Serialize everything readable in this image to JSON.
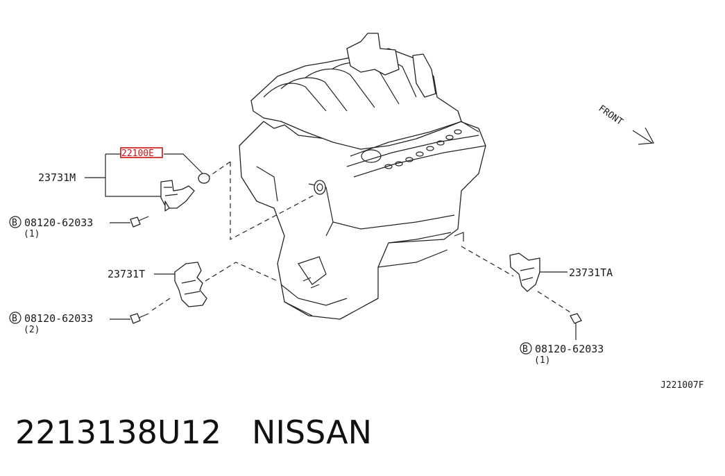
{
  "diagram": {
    "highlighted_ref": "22100E",
    "front_label": "FRONT",
    "figure_code": "J221007F",
    "parts": {
      "sensor_m": "23731M",
      "sensor_t": "23731T",
      "sensor_ta": "23731TA"
    },
    "bolts": [
      {
        "code": "08120-62033",
        "qty": "(1)",
        "badge": "B"
      },
      {
        "code": "08120-62033",
        "qty": "(2)",
        "badge": "B"
      },
      {
        "code": "08120-62033",
        "qty": "(1)",
        "badge": "B"
      }
    ]
  },
  "caption": {
    "part_number": "2213138U12",
    "brand": "NISSAN"
  }
}
